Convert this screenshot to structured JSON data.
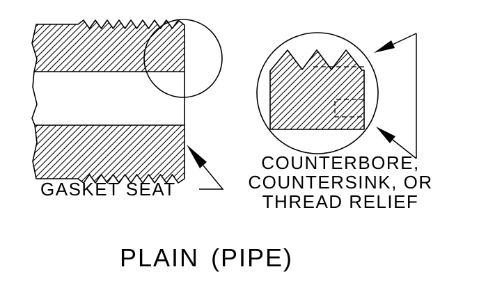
{
  "labels": {
    "gasket_seat": "GASKET SEAT",
    "counterbore_line1": "COUNTERBORE,",
    "counterbore_line2": "COUNTERSINK, OR",
    "counterbore_line3": "THREAD RELIEF",
    "title_plain": "PLAIN",
    "title_pipe": "(PIPE)"
  },
  "colors": {
    "line": "#000000",
    "background": "#ffffff"
  }
}
